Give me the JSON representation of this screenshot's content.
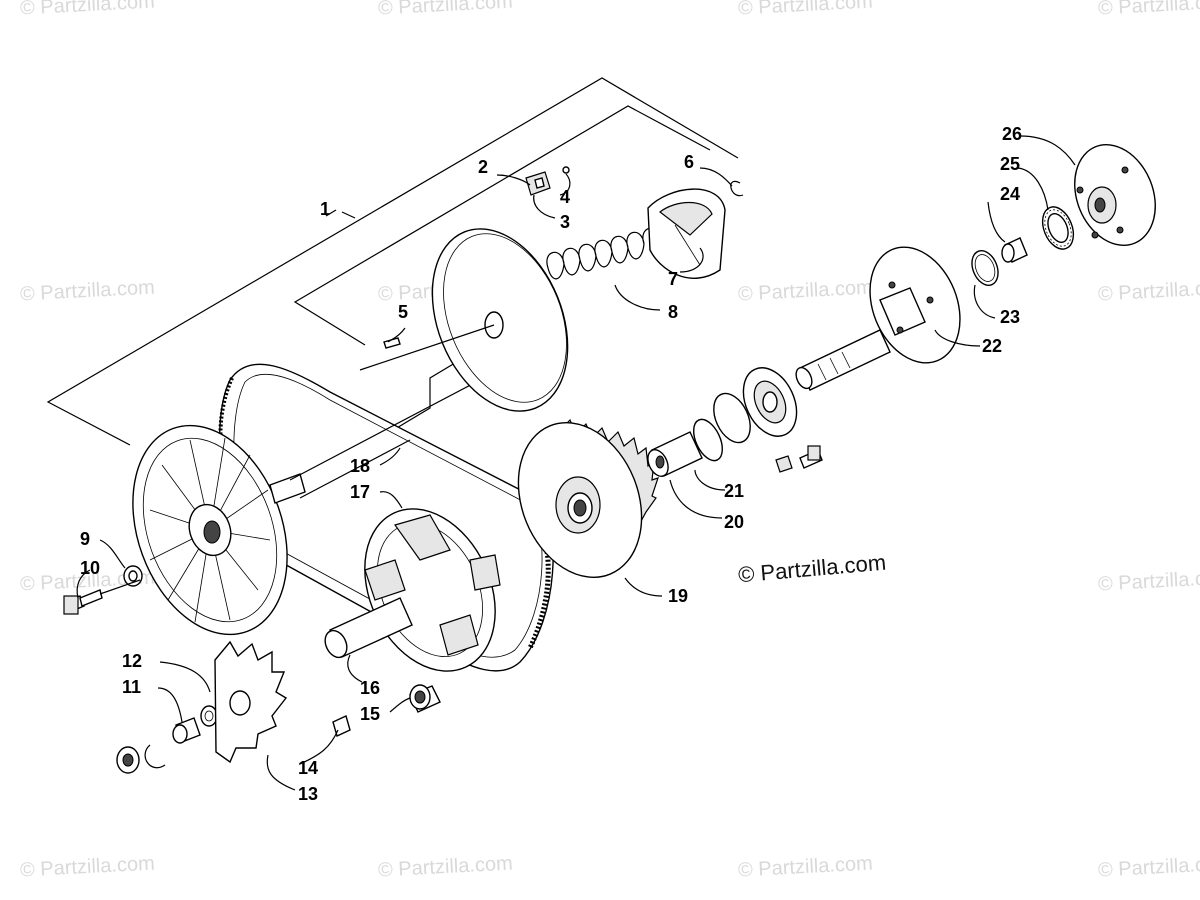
{
  "watermark_text": "© Partzilla.com",
  "copyright_text": "© Partzilla.com",
  "callouts": [
    "1",
    "2",
    "3",
    "4",
    "5",
    "6",
    "7",
    "8",
    "9",
    "10",
    "11",
    "12",
    "13",
    "14",
    "15",
    "16",
    "17",
    "18",
    "19",
    "20",
    "21",
    "22",
    "23",
    "24",
    "25",
    "26"
  ]
}
